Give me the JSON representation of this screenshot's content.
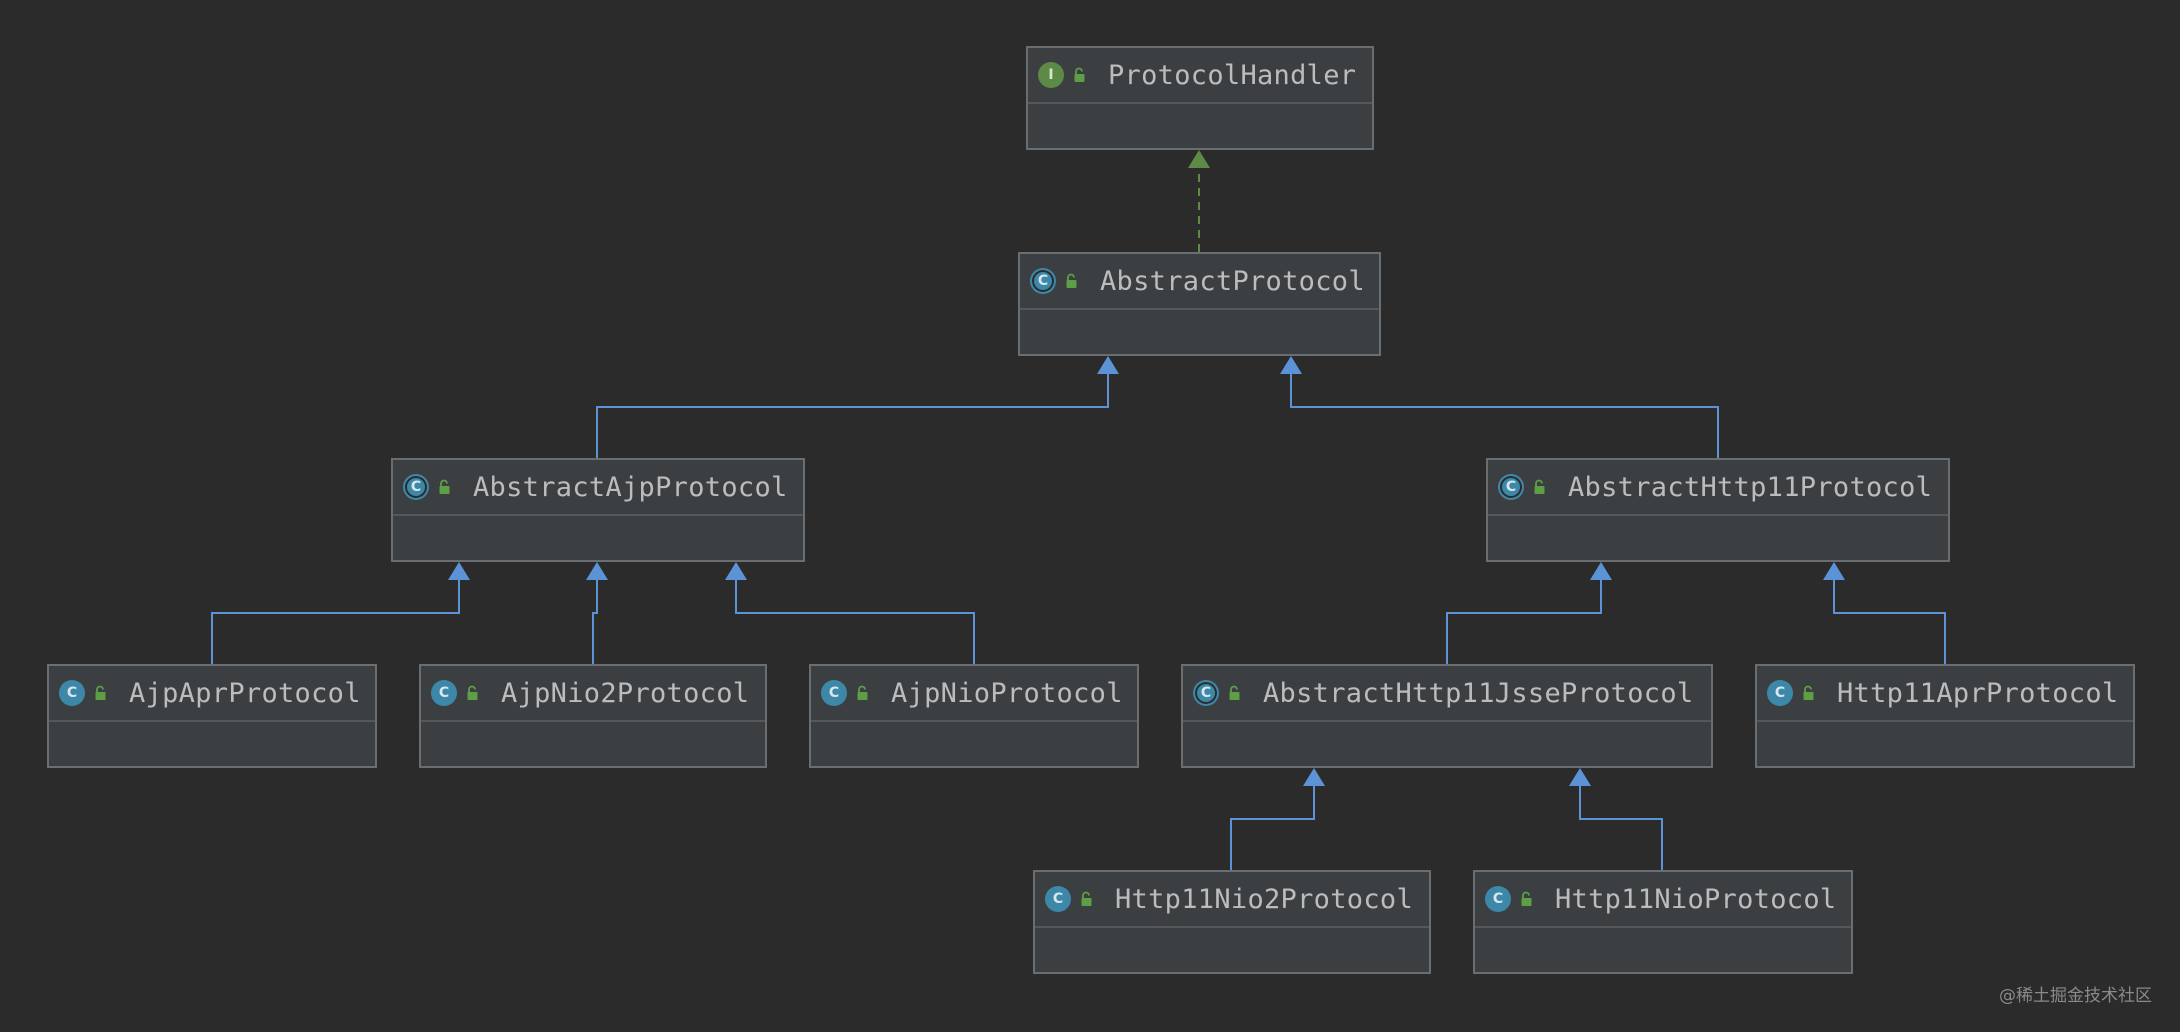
{
  "nodes": [
    {
      "id": "protocol-handler",
      "label": "ProtocolHandler",
      "kind": "interface",
      "kind_glyph": "I"
    },
    {
      "id": "abstract-protocol",
      "label": "AbstractProtocol",
      "kind": "abstract",
      "kind_glyph": "C"
    },
    {
      "id": "abstract-ajp-protocol",
      "label": "AbstractAjpProtocol",
      "kind": "abstract",
      "kind_glyph": "C"
    },
    {
      "id": "abstract-http11-protocol",
      "label": "AbstractHttp11Protocol",
      "kind": "abstract",
      "kind_glyph": "C"
    },
    {
      "id": "ajp-apr-protocol",
      "label": "AjpAprProtocol",
      "kind": "class",
      "kind_glyph": "C"
    },
    {
      "id": "ajp-nio2-protocol",
      "label": "AjpNio2Protocol",
      "kind": "class",
      "kind_glyph": "C"
    },
    {
      "id": "ajp-nio-protocol",
      "label": "AjpNioProtocol",
      "kind": "class",
      "kind_glyph": "C"
    },
    {
      "id": "abstract-http11-jsse-protocol",
      "label": "AbstractHttp11JsseProtocol",
      "kind": "abstract",
      "kind_glyph": "C"
    },
    {
      "id": "http11-apr-protocol",
      "label": "Http11AprProtocol",
      "kind": "class",
      "kind_glyph": "C"
    },
    {
      "id": "http11-nio2-protocol",
      "label": "Http11Nio2Protocol",
      "kind": "class",
      "kind_glyph": "C"
    },
    {
      "id": "http11-nio-protocol",
      "label": "Http11NioProtocol",
      "kind": "class",
      "kind_glyph": "C"
    }
  ],
  "edges": [
    {
      "from": "abstract-protocol",
      "to": "protocol-handler",
      "type": "implements"
    },
    {
      "from": "abstract-ajp-protocol",
      "to": "abstract-protocol",
      "type": "extends"
    },
    {
      "from": "abstract-http11-protocol",
      "to": "abstract-protocol",
      "type": "extends"
    },
    {
      "from": "ajp-apr-protocol",
      "to": "abstract-ajp-protocol",
      "type": "extends"
    },
    {
      "from": "ajp-nio2-protocol",
      "to": "abstract-ajp-protocol",
      "type": "extends"
    },
    {
      "from": "ajp-nio-protocol",
      "to": "abstract-ajp-protocol",
      "type": "extends"
    },
    {
      "from": "abstract-http11-jsse-protocol",
      "to": "abstract-http11-protocol",
      "type": "extends"
    },
    {
      "from": "http11-apr-protocol",
      "to": "abstract-http11-protocol",
      "type": "extends"
    },
    {
      "from": "http11-nio2-protocol",
      "to": "abstract-http11-jsse-protocol",
      "type": "extends"
    },
    {
      "from": "http11-nio-protocol",
      "to": "abstract-http11-jsse-protocol",
      "type": "extends"
    }
  ],
  "colors": {
    "background": "#2b2b2b",
    "extends_edge": "#5b93d6",
    "implements_edge": "#5e8a48",
    "lock": "#5e9e45"
  },
  "watermark": "@稀土掘金技术社区"
}
